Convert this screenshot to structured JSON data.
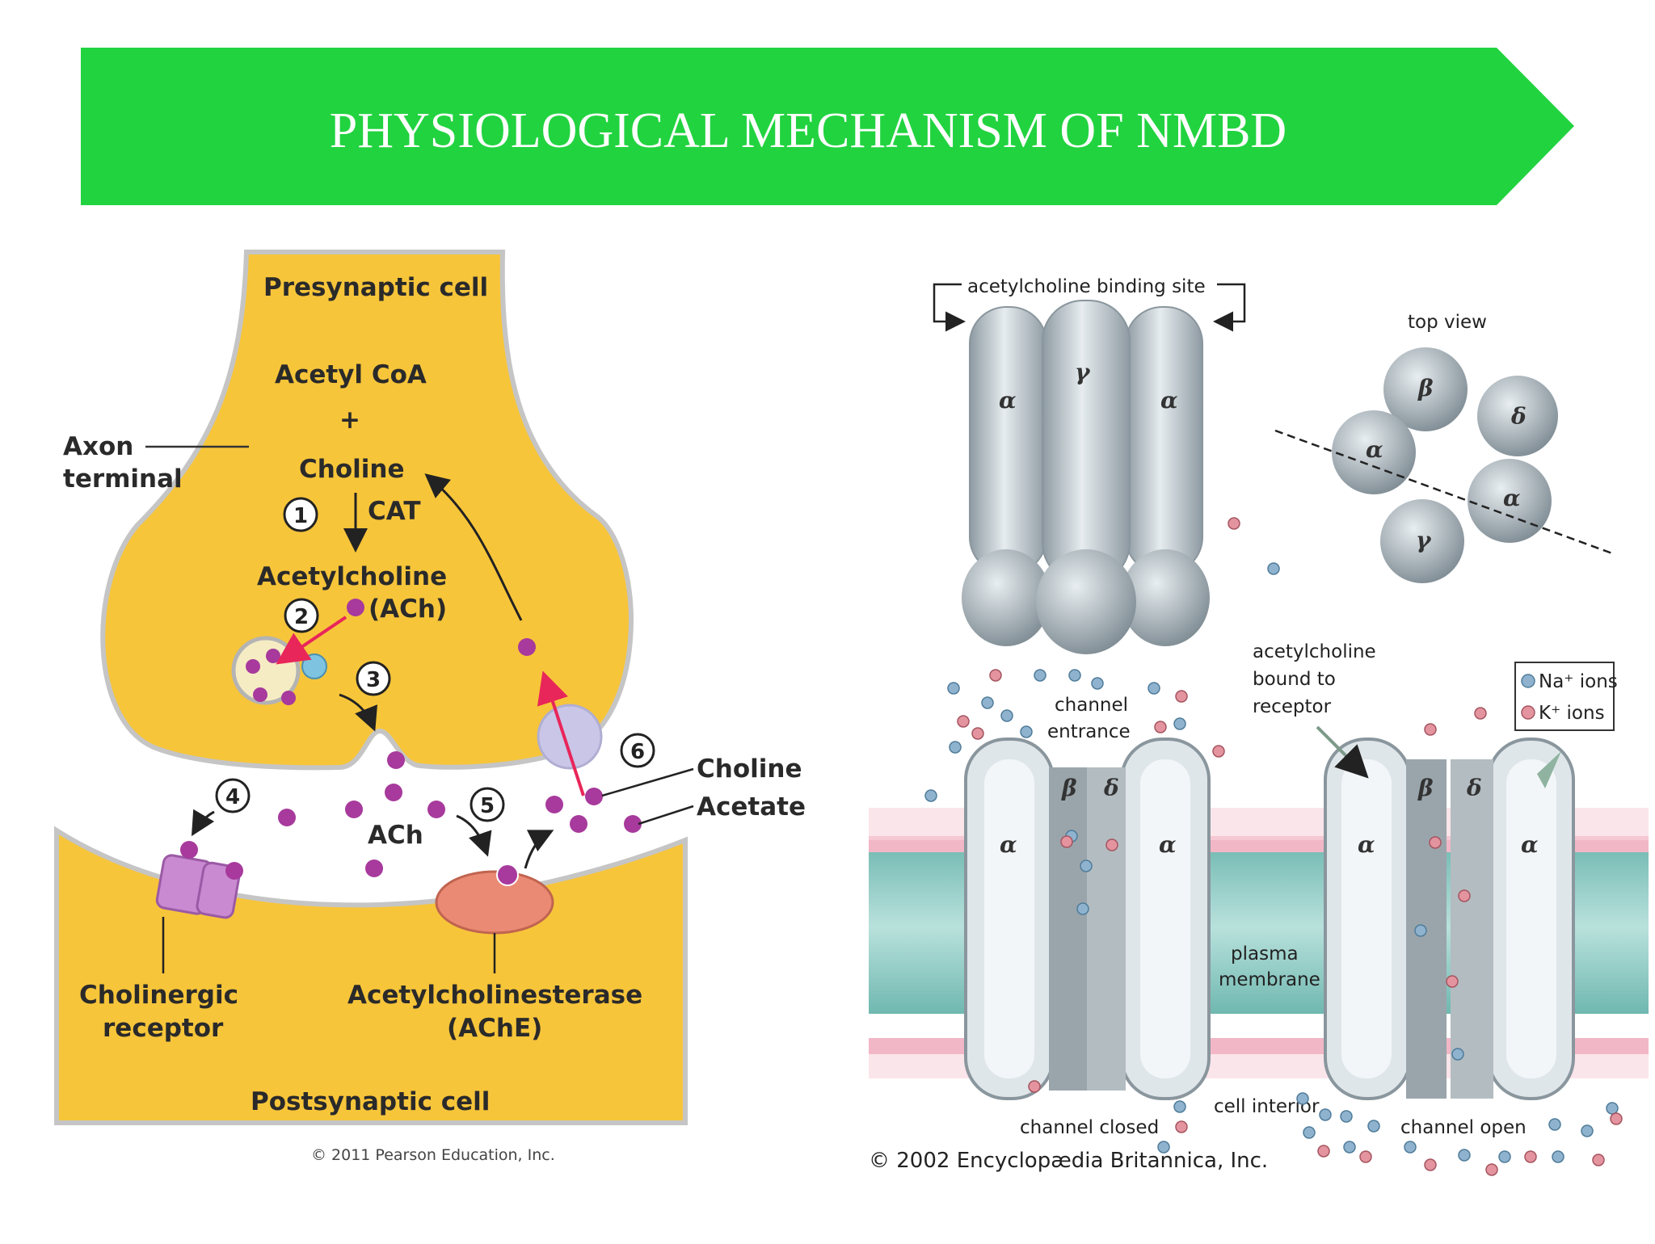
{
  "banner": {
    "title": "PHYSIOLOGICAL MECHANISM  OF NMBD",
    "color": "#22d340"
  },
  "left_figure": {
    "labels": {
      "presynaptic": "Presynaptic cell",
      "acetyl_coa": "Acetyl CoA",
      "plus": "+",
      "axon_terminal_1": "Axon",
      "axon_terminal_2": "terminal",
      "choline_top": "Choline",
      "cat": "CAT",
      "acetylcholine": "Acetylcholine",
      "ach_paren": "(ACh)",
      "ach": "ACh",
      "choline_right": "Choline",
      "acetate": "Acetate",
      "receptor_1": "Cholinergic",
      "receptor_2": "receptor",
      "ache_1": "Acetylcholinesterase",
      "ache_2": "(AChE)",
      "postsynaptic": "Postsynaptic cell",
      "copyright": "© 2011 Pearson Education, Inc."
    },
    "steps": [
      "1",
      "2",
      "3",
      "4",
      "5",
      "6"
    ],
    "colors": {
      "cytoplasm": "#f7c53a",
      "ach": "#a73a9c",
      "receptor": "#c98ad1",
      "ache": "#eb8a74",
      "arrow_red": "#e8265a",
      "transporter": "#c9c6e8"
    }
  },
  "right_figure": {
    "labels": {
      "binding_site": "acetylcholine binding site",
      "top_view": "top view",
      "acetylcholine_bound_1": "acetylcholine",
      "acetylcholine_bound_2": "bound to",
      "acetylcholine_bound_3": "receptor",
      "na_ions": "Na⁺ ions",
      "k_ions": "K⁺ ions",
      "channel_entrance_1": "channel",
      "channel_entrance_2": "entrance",
      "plasma_membrane_1": "plasma",
      "plasma_membrane_2": "membrane",
      "channel_closed": "channel closed",
      "cell_interior": "cell interior",
      "channel_open": "channel open",
      "copyright": "© 2002 Encyclopædia Britannica, Inc."
    },
    "subunits": {
      "alpha": "α",
      "beta": "β",
      "gamma": "γ",
      "delta": "δ"
    },
    "colors": {
      "protein": "#b9c3c9",
      "na_ion": "#8fb3cf",
      "k_ion": "#e3949e",
      "membrane_head": "#f2b7c6",
      "membrane_tail": "#8dc7c0"
    }
  }
}
